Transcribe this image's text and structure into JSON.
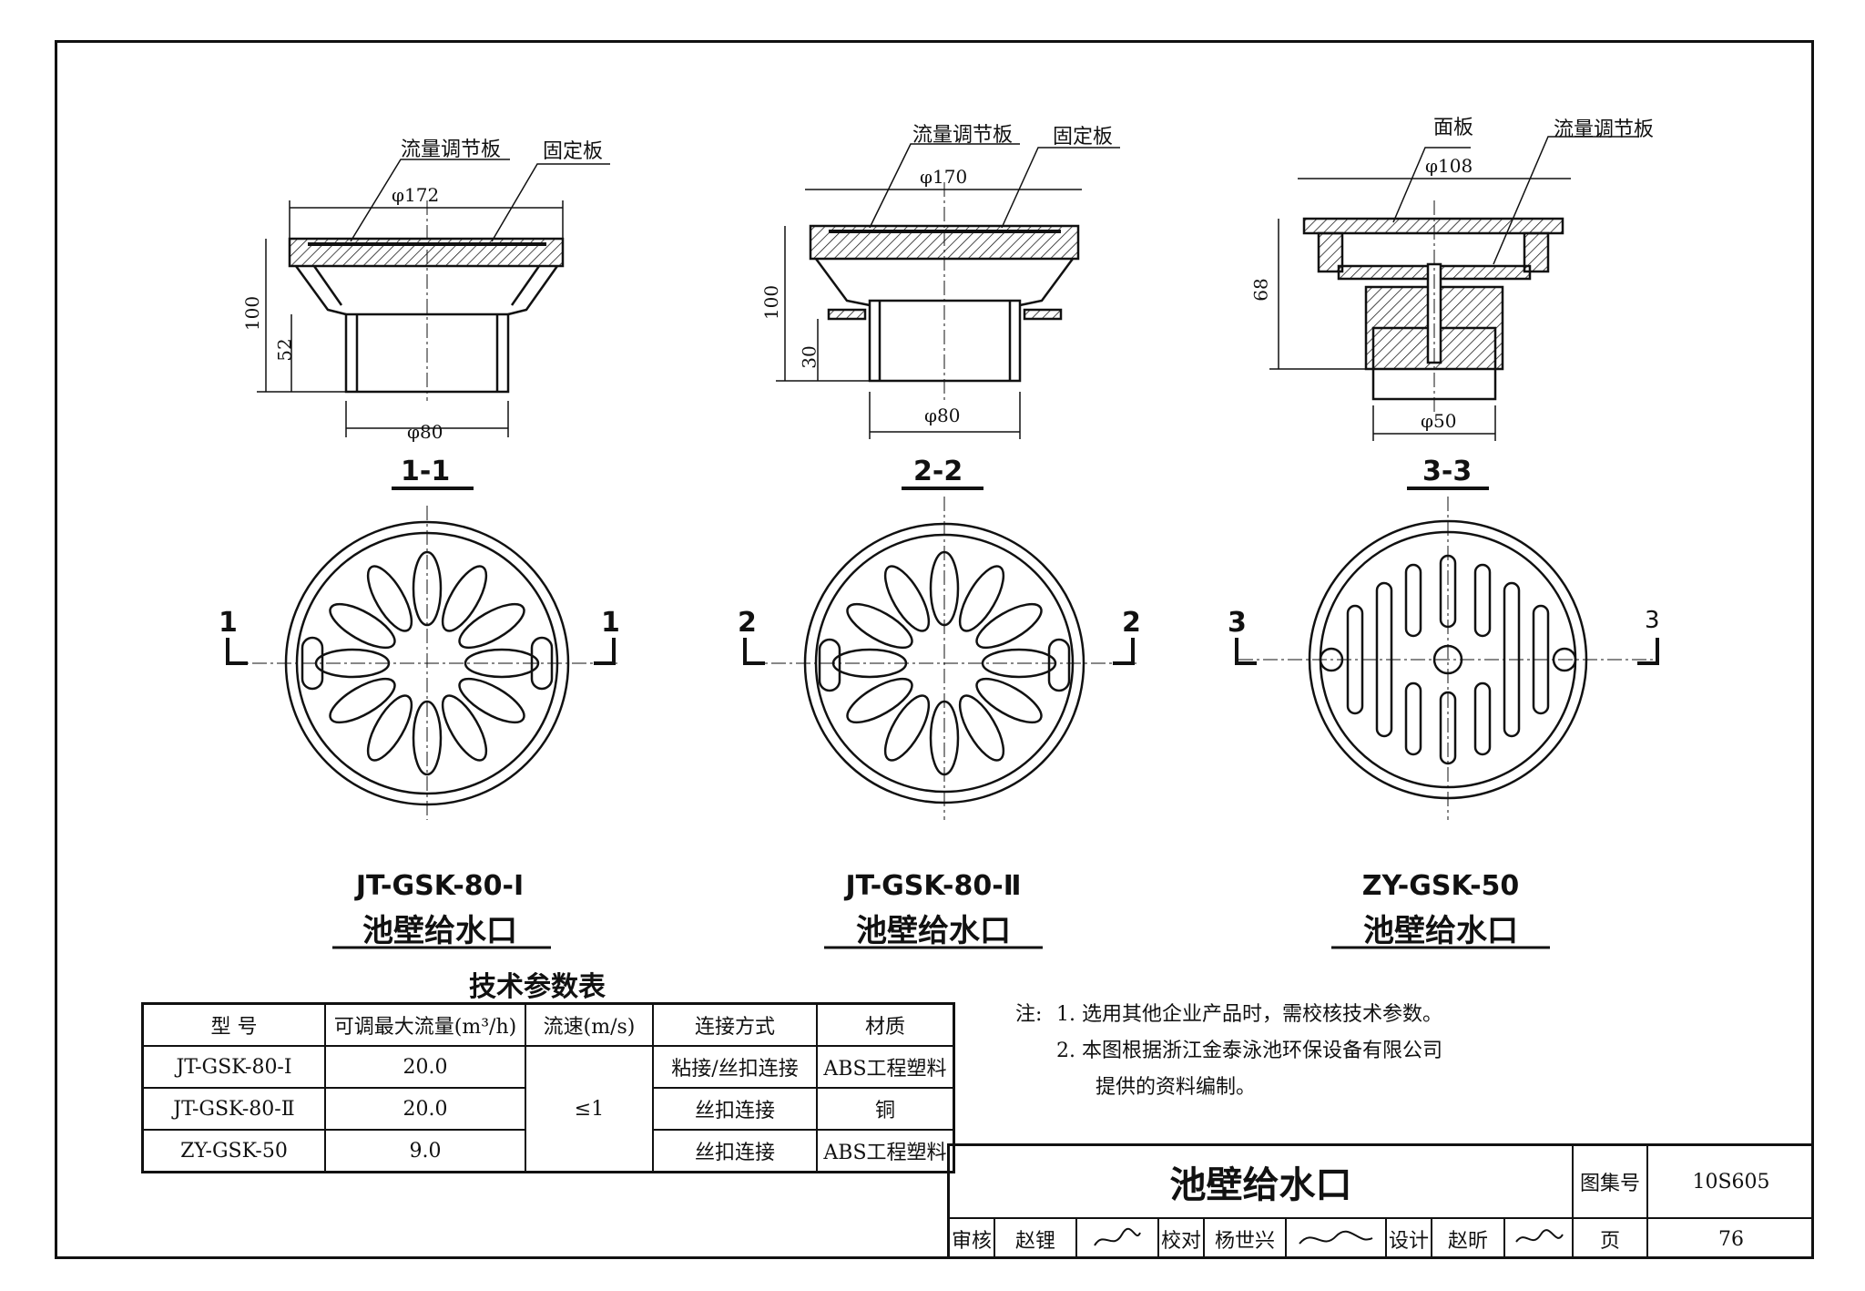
{
  "sections": [
    {
      "label": "1-1",
      "callouts": [
        "流量调节板",
        "固定板"
      ],
      "dims": {
        "top_dia": "φ172",
        "bottom_dia": "φ80",
        "height_total": "100",
        "height_lower": "52"
      },
      "cut_mark": "1",
      "model": "JT-GSK-80-Ⅰ",
      "name": "池壁给水口"
    },
    {
      "label": "2-2",
      "callouts": [
        "流量调节板",
        "固定板"
      ],
      "dims": {
        "top_dia": "φ170",
        "bottom_dia": "φ80",
        "height_total": "100",
        "height_lower": "30"
      },
      "cut_mark": "2",
      "model": "JT-GSK-80-Ⅱ",
      "name": "池壁给水口"
    },
    {
      "label": "3-3",
      "callouts": [
        "面板",
        "流量调节板"
      ],
      "dims": {
        "top_dia": "φ108",
        "bottom_dia": "φ50",
        "height_total": "68"
      },
      "cut_mark": "3",
      "model": "ZY-GSK-50",
      "name": "池壁给水口"
    }
  ],
  "table": {
    "title": "技术参数表",
    "headers": [
      "型 号",
      "可调最大流量(m³/h)",
      "流速(m/s)",
      "连接方式",
      "材质"
    ],
    "rows": [
      [
        "JT-GSK-80-Ⅰ",
        "20.0",
        "≤1",
        "粘接/丝扣连接",
        "ABS工程塑料"
      ],
      [
        "JT-GSK-80-Ⅱ",
        "20.0",
        "",
        "丝扣连接",
        "铜"
      ],
      [
        "ZY-GSK-50",
        "9.0",
        "",
        "丝扣连接",
        "ABS工程塑料"
      ]
    ]
  },
  "notes": {
    "prefix": "注:",
    "items": [
      "1. 选用其他企业产品时，需校核技术参数。",
      "2. 本图根据浙江金泰泳池环保设备有限公司",
      "提供的资料编制。"
    ]
  },
  "title_block": {
    "title": "池壁给水口",
    "atlas_label": "图集号",
    "atlas_no": "10S605",
    "page_label": "页",
    "page_no": "76",
    "review_label": "审核",
    "reviewer": "赵锂",
    "check_label": "校对",
    "checker": "杨世兴",
    "design_label": "设计",
    "designer": "赵昕"
  }
}
